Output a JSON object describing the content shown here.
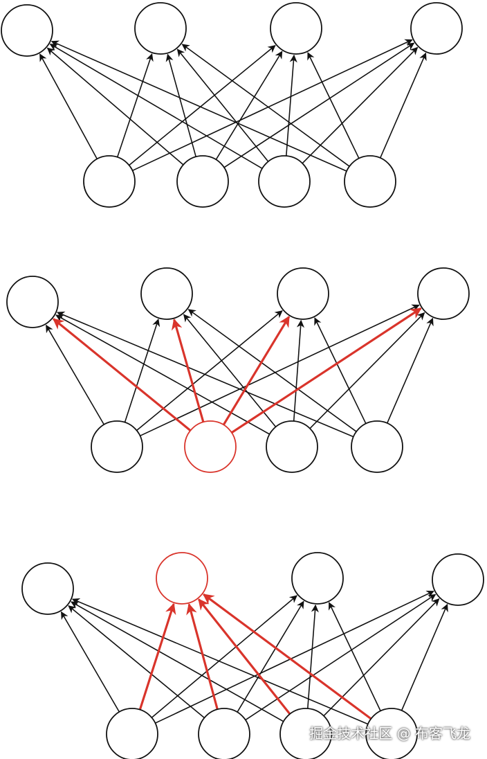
{
  "colors": {
    "default": "#111111",
    "highlight": "#d9342b"
  },
  "panels": [
    {
      "id": "full",
      "highlight_input": null,
      "highlight_output": null
    },
    {
      "id": "input-highlight",
      "highlight_input": 1,
      "highlight_output": null
    },
    {
      "id": "output-highlight",
      "highlight_input": null,
      "highlight_output": 1
    }
  ],
  "input_count": 4,
  "output_count": 4,
  "watermark": "掘金技术社区 @ 布客飞龙"
}
